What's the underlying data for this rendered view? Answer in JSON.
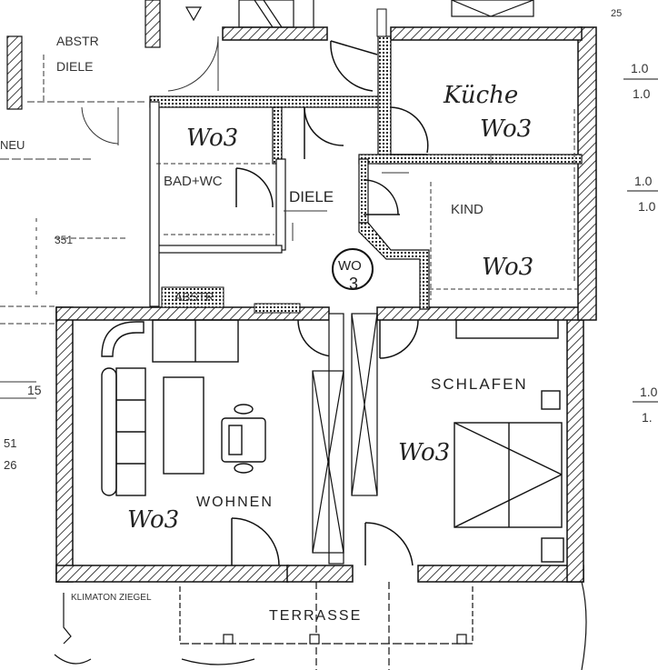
{
  "rooms": {
    "kueche": "Küche",
    "kind": "KIND",
    "schlafen": "SCHLAFEN",
    "wohnen": "WOHNEN",
    "diele_center": "DIELE",
    "diele_top": "DIELE",
    "abstr_top": "ABSTR",
    "abstr": "ABSTR",
    "bad_wc": "BAD+WC",
    "terrasse": "TERRASSE",
    "klimaton": "KLIMATON ZIEGEL",
    "neu": "NEU"
  },
  "marks": {
    "kueche": "Wo3",
    "bad_wc": "Wo3",
    "kind": "Wo3",
    "diele_circle": "WO",
    "diele_circle_num": "3",
    "schlafen": "Wo3",
    "wohnen": "Wo3"
  },
  "dims": {
    "r1a": "1.0",
    "r1b": "1.0",
    "r2a": "1.0",
    "r2b": "1.0",
    "r3a": "1.0",
    "r3b": "1.",
    "l351": "351",
    "l15": "15",
    "l51": "51",
    "l126": "26",
    "top": "25"
  }
}
